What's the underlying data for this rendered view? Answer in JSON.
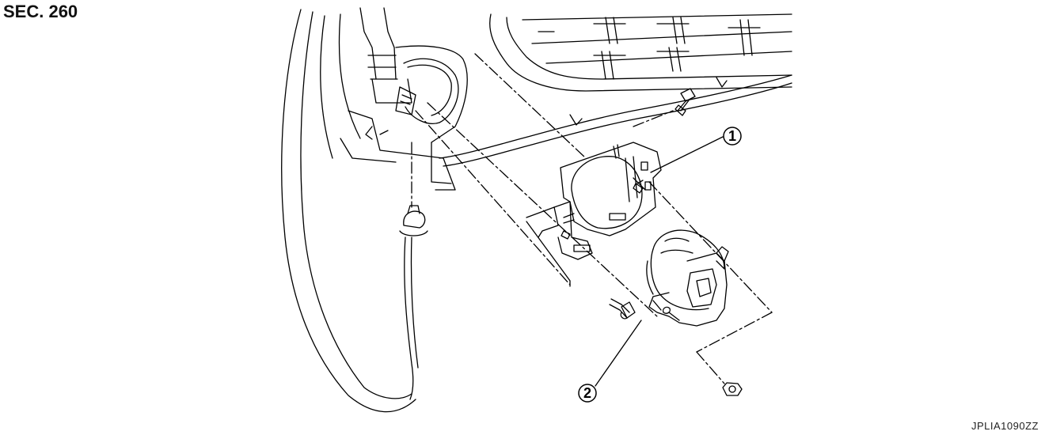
{
  "header": {
    "section": "SEC. 260"
  },
  "footer": {
    "figure_code": "JPLIA1090ZZ"
  },
  "callouts": [
    {
      "number": "1"
    },
    {
      "number": "2"
    }
  ]
}
